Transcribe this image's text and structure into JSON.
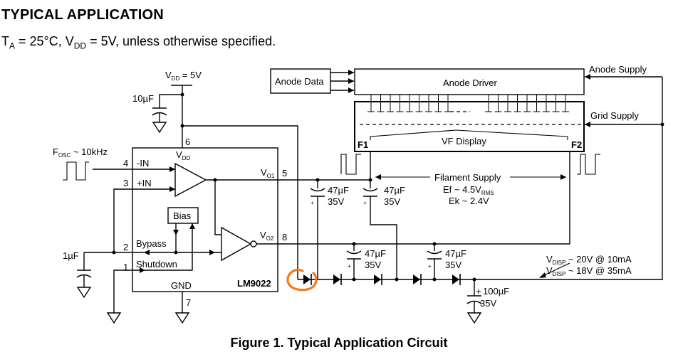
{
  "header": {
    "title": "TYPICAL APPLICATION",
    "conditions": {
      "ta_sym": "T",
      "ta_sub": "A",
      "ta_rest": " = 25°C, V",
      "vdd_sub": "DD",
      "vdd_rest": " = 5V, unless otherwise specified."
    }
  },
  "ic": {
    "part": "LM9022",
    "vdd_label": "V",
    "vdd_sub": "DD",
    "gnd_label": "GND",
    "bias_label": "Bias",
    "pins": {
      "p1": {
        "num": "1",
        "name": "Shutdown"
      },
      "p2": {
        "num": "2",
        "name": "Bypass"
      },
      "p3": {
        "num": "3",
        "name": "+IN"
      },
      "p4": {
        "num": "4",
        "name": "-IN"
      },
      "p5": {
        "num": "5",
        "name": "V",
        "sub": "O1"
      },
      "p6": {
        "num": "6"
      },
      "p7": {
        "num": "7"
      },
      "p8": {
        "num": "8",
        "name": "V",
        "sub": "O2"
      }
    }
  },
  "supply": {
    "label": "V",
    "sub": "DD",
    "value": " = 5V"
  },
  "oscillator": {
    "label": "F",
    "sub": "OSC",
    "value": " ~ 10kHz"
  },
  "components": {
    "c_vdd": "10µF",
    "c_bypass": "1µF",
    "c_out1": {
      "cap": "47µF",
      "volt": "35V"
    },
    "c_out2": {
      "cap": "47µF",
      "volt": "35V"
    },
    "c_pump1": {
      "cap": "47µF",
      "volt": "35V"
    },
    "c_pump2": {
      "cap": "47µF",
      "volt": "35V"
    },
    "c_disp": {
      "cap": "100µF",
      "volt": "35V"
    },
    "plus": "+"
  },
  "display": {
    "anode_data": "Anode Data",
    "anode_driver": "Anode Driver",
    "vf_display": "VF Display",
    "f1": "F1",
    "f2": "F2",
    "anode_supply": "Anode Supply",
    "grid_supply": "Grid Supply"
  },
  "filament": {
    "label": "Filament Supply",
    "ef": "Ef ~ 4.5V",
    "ef_sub": "RMS",
    "ek": "Ek ~ 2.4V"
  },
  "vdisp": [
    {
      "label": "V",
      "sub": "DISP",
      "value": " ~ 20V @ 10mA"
    },
    {
      "label": "V",
      "sub": "DISP",
      "value": " ~ 18V @ 35mA"
    }
  ],
  "annotation": {
    "color": "#f07a22",
    "target": "first diode"
  },
  "caption": "Figure 1.  Typical Application Circuit"
}
